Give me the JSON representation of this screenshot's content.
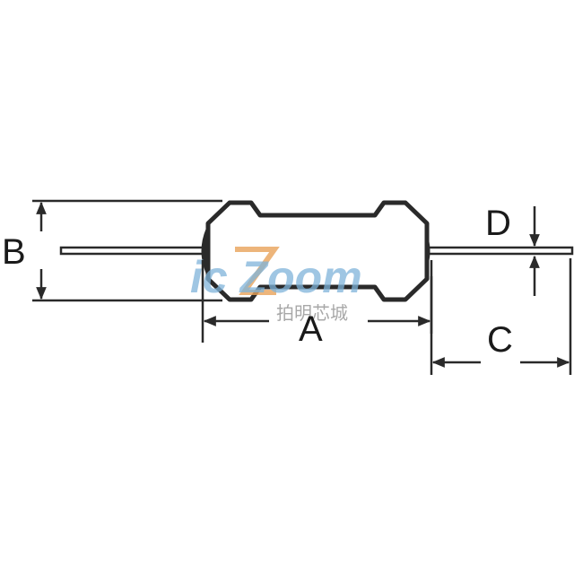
{
  "diagram": {
    "labels": {
      "A": "A",
      "B": "B",
      "C": "C",
      "D": "D"
    }
  },
  "watermark": {
    "brand": "ic Zoom",
    "subtitle": "拍明芯城"
  },
  "colors": {
    "line": "#2a2a2a",
    "watermark_blue": "#7fb4da",
    "watermark_orange": "#e9a25a",
    "watermark_gray": "#9a9a9a"
  }
}
